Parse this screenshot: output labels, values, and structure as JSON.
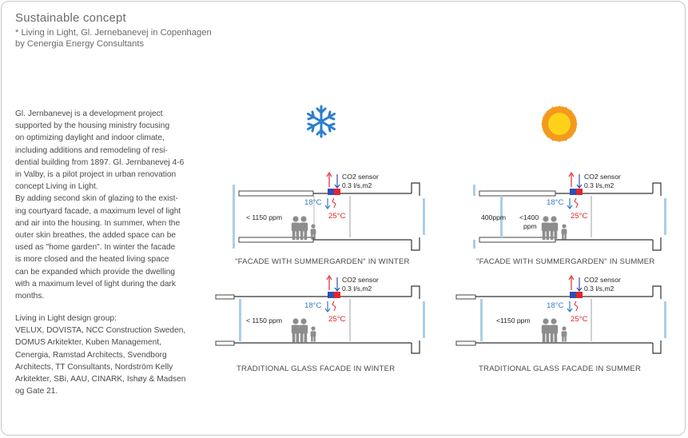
{
  "header": {
    "title": "Sustainable concept",
    "subtitle_lines": [
      "* Living in Light, Gl. Jernebanevej in Copenhagen",
      "by Cenergia Energy Consultants"
    ]
  },
  "description_lines": [
    "Gl. Jernbanevej is a development project",
    "supported by the housing ministry focusing",
    "on optimizing daylight and indoor climate,",
    "including additions and remodeling of resi-",
    "dential building from 1897. Gl. Jernbanevej 4-6",
    "in Valby, is a pilot project in urban renovation",
    "concept Living in Light.",
    "By adding second skin of glazing to the exist-",
    "ing courtyard  facade, a maximum level of light",
    "and air into the housing. In summer, when the",
    "outer skin breathes, the added space can be",
    "used as \"home garden\".  In winter the facade",
    "is more closed and the heated living space",
    "can be expanded which provide the dwelling",
    "with a maximum level of light during the dark",
    "months."
  ],
  "design_group_lines": [
    "Living in Light design group:",
    "VELUX, DOVISTA, NCC Construction Sweden,",
    "DOMUS Arkitekter, Kuben Management,",
    "Cenergia, Ramstad Architects, Svendborg",
    "Architects, TT Consultants, Nordström Kelly",
    "Arkitekter, SBi, AAU, CINARK, Ishøy & Madsen",
    "og Gate 21."
  ],
  "icons": {
    "winter": "snowflake-icon",
    "summer": "sun-icon"
  },
  "colors": {
    "winter_icon": "#2b7fd0",
    "sun_inner": "#ffd21a",
    "sun_outer": "#f39a1e",
    "warm": "#e0262b",
    "cool": "#3a7cc4",
    "glass": "#a9cfe8"
  },
  "panels": [
    {
      "caption": "\"FACADE WITH SUMMERGARDEN\" IN WINTER",
      "co2_label": "CO2 sensor",
      "flow_label": "0.3 l/s,m2",
      "cool_temp": "18°C",
      "warm_temp": "25°C",
      "ppm_label": "< 1150 ppm",
      "garden_label": ""
    },
    {
      "caption": "\"FACADE WITH SUMMERGARDEN\" IN SUMMER",
      "co2_label": "CO2 sensor",
      "flow_label": "0.3 l/s,m2",
      "cool_temp": "18°C",
      "warm_temp": "25°C",
      "ppm_label": "<1400",
      "ppm_label_2": "ppm",
      "garden_label": "400ppm"
    },
    {
      "caption": "TRADITIONAL GLASS FACADE IN WINTER",
      "co2_label": "CO2 sensor",
      "flow_label": "0.3 l/s,m2",
      "cool_temp": "18°C",
      "warm_temp": "25°C",
      "ppm_label": "< 1150 ppm",
      "garden_label": ""
    },
    {
      "caption": "TRADITIONAL GLASS FACADE IN SUMMER",
      "co2_label": "CO2 sensor",
      "flow_label": "0.3 l/s,m2",
      "cool_temp": "18°C",
      "warm_temp": "25°C",
      "ppm_label": "<1150 ppm",
      "garden_label": ""
    }
  ]
}
